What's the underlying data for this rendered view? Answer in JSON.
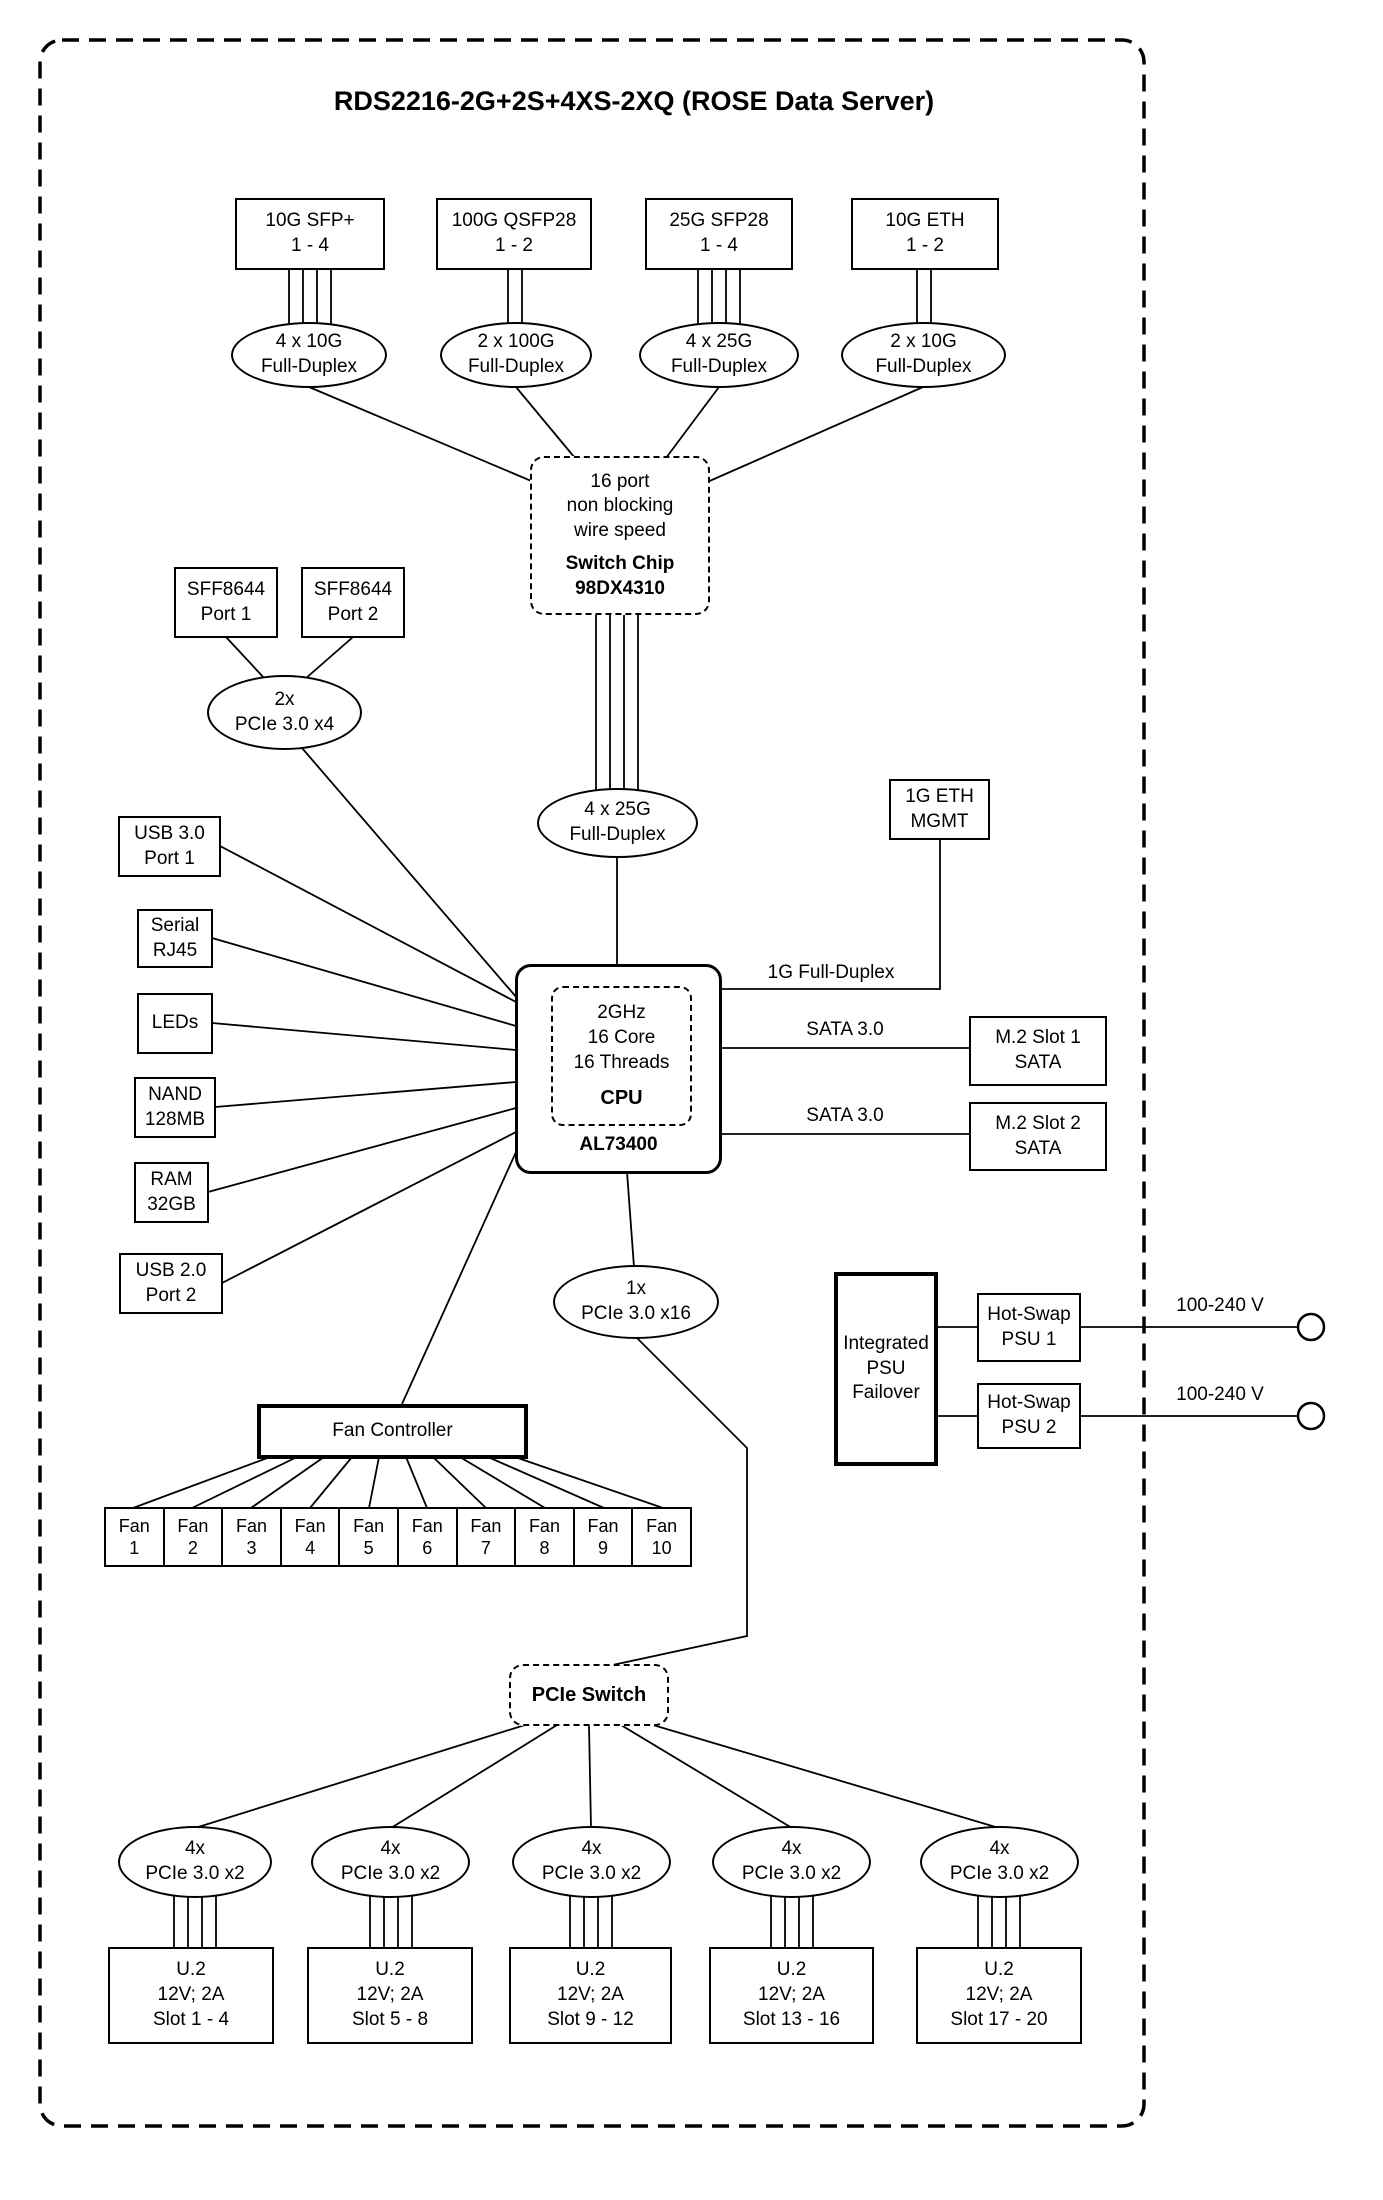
{
  "title": "RDS2216-2G+2S+4XS-2XQ (ROSE Data Server)",
  "colors": {
    "line": "#000000",
    "background": "#ffffff",
    "text": "#000000"
  },
  "top_ports": [
    {
      "box": [
        "10G SFP+",
        "1 - 4"
      ],
      "link": [
        "4 x 10G",
        "Full-Duplex"
      ]
    },
    {
      "box": [
        "100G QSFP28",
        "1 - 2"
      ],
      "link": [
        "2 x 100G",
        "Full-Duplex"
      ]
    },
    {
      "box": [
        "25G SFP28",
        "1 - 4"
      ],
      "link": [
        "4 x 25G",
        "Full-Duplex"
      ]
    },
    {
      "box": [
        "10G ETH",
        "1 - 2"
      ],
      "link": [
        "2 x 10G",
        "Full-Duplex"
      ]
    }
  ],
  "switch_chip": {
    "desc": [
      "16 port",
      "non blocking",
      "wire speed"
    ],
    "name": "Switch Chip",
    "model": "98DX4310"
  },
  "sff_ports": [
    [
      "SFF8644",
      "Port 1"
    ],
    [
      "SFF8644",
      "Port 2"
    ]
  ],
  "sff_link": [
    "2x",
    "PCIe 3.0 x4"
  ],
  "uplink": [
    "4 x 25G",
    "Full-Duplex"
  ],
  "mgmt": {
    "box": [
      "1G ETH",
      "MGMT"
    ],
    "link_label": "1G Full-Duplex"
  },
  "cpu": {
    "specs": [
      "2GHz",
      "16 Core",
      "16 Threads"
    ],
    "name": "CPU",
    "model": "AL73400"
  },
  "peripherals": [
    [
      "USB 3.0",
      "Port 1"
    ],
    [
      "Serial",
      "RJ45"
    ],
    [
      "LEDs"
    ],
    [
      "NAND",
      "128MB"
    ],
    [
      "RAM",
      "32GB"
    ],
    [
      "USB 2.0",
      "Port 2"
    ]
  ],
  "storage": {
    "bus_label": "SATA 3.0",
    "slots": [
      [
        "M.2 Slot 1",
        "SATA"
      ],
      [
        "M.2 Slot 2",
        "SATA"
      ]
    ]
  },
  "cpu_pcie_link": [
    "1x",
    "PCIe 3.0 x16"
  ],
  "power": {
    "failover": [
      "Integrated",
      "PSU",
      "Failover"
    ],
    "psus": [
      [
        "Hot-Swap",
        "PSU 1"
      ],
      [
        "Hot-Swap",
        "PSU 2"
      ]
    ],
    "input_label": "100-240 V"
  },
  "cooling": {
    "controller": "Fan Controller",
    "fans": [
      [
        "Fan",
        "1"
      ],
      [
        "Fan",
        "2"
      ],
      [
        "Fan",
        "3"
      ],
      [
        "Fan",
        "4"
      ],
      [
        "Fan",
        "5"
      ],
      [
        "Fan",
        "6"
      ],
      [
        "Fan",
        "7"
      ],
      [
        "Fan",
        "8"
      ],
      [
        "Fan",
        "9"
      ],
      [
        "Fan",
        "10"
      ]
    ]
  },
  "pcie_switch": "PCIe Switch",
  "drive_groups": [
    {
      "link": [
        "4x",
        "PCIe 3.0 x2"
      ],
      "box": [
        "U.2",
        "12V; 2A",
        "Slot 1 - 4"
      ]
    },
    {
      "link": [
        "4x",
        "PCIe 3.0 x2"
      ],
      "box": [
        "U.2",
        "12V; 2A",
        "Slot 5 - 8"
      ]
    },
    {
      "link": [
        "4x",
        "PCIe 3.0 x2"
      ],
      "box": [
        "U.2",
        "12V; 2A",
        "Slot 9 - 12"
      ]
    },
    {
      "link": [
        "4x",
        "PCIe 3.0 x2"
      ],
      "box": [
        "U.2",
        "12V; 2A",
        "Slot 13 - 16"
      ]
    },
    {
      "link": [
        "4x",
        "PCIe 3.0 x2"
      ],
      "box": [
        "U.2",
        "12V; 2A",
        "Slot 17 - 20"
      ]
    }
  ]
}
